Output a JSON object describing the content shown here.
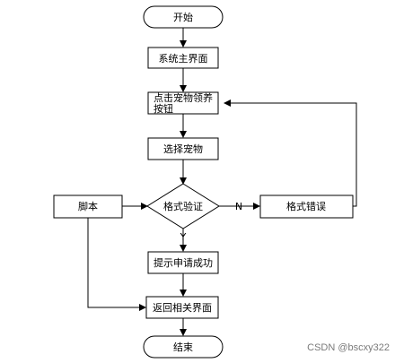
{
  "nodes": {
    "start": "开始",
    "main_ui": "系统主界面",
    "click_adopt_line1": "点击宠物领养",
    "click_adopt_line2": "按钮",
    "select_pet": "选择宠物",
    "script": "脚本",
    "format_check": "格式验证",
    "format_error": "格式错误",
    "prompt_success": "提示申请成功",
    "return_page": "返回相关界面",
    "end": "结束"
  },
  "edge_labels": {
    "no": "N",
    "yes": "Y"
  },
  "watermark": "CSDN @bscxy322"
}
